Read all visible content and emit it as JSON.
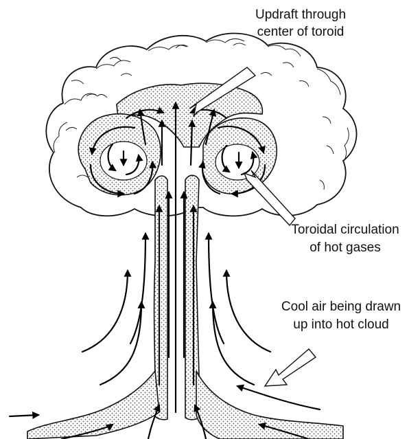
{
  "labels": {
    "updraft_line1": "Updraft through",
    "updraft_line2": "center of toroid",
    "toroidal_line1": "Toroidal circulation",
    "toroidal_line2": "of hot gases",
    "cool_air_line1": "Cool air being drawn",
    "cool_air_line2": "up into hot cloud"
  },
  "colors": {
    "ink": "#111111",
    "background": "#ffffff",
    "stipple": "#555555"
  },
  "icons": {
    "cloud": "mushroom-cloud-icon",
    "stem": "cloud-stem-icon",
    "pointer": "hollow-arrow-icon"
  }
}
